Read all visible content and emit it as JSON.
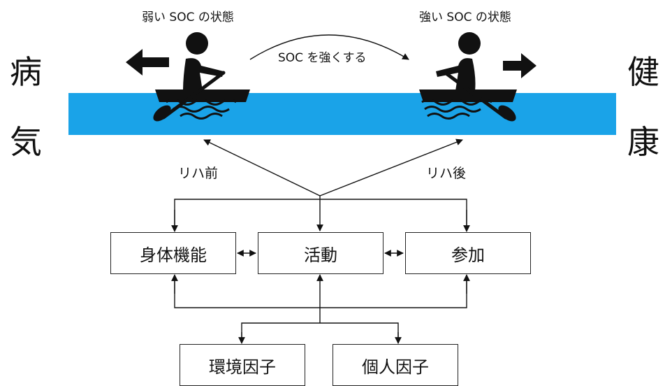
{
  "left_side": {
    "char1": "病",
    "char2": "気"
  },
  "right_side": {
    "char1": "健",
    "char2": "康"
  },
  "weak_state_label": "弱い SOC の状態",
  "strong_state_label": "強い SOC の状態",
  "transition_label": "SOC を強くする",
  "before_label": "リハ前",
  "after_label": "リハ後",
  "boxes": {
    "body_function": "身体機能",
    "activity": "活動",
    "participation": "参加",
    "environmental": "環境因子",
    "personal": "個人因子"
  },
  "colors": {
    "water": "#1aa3e8",
    "ink": "#111111"
  }
}
